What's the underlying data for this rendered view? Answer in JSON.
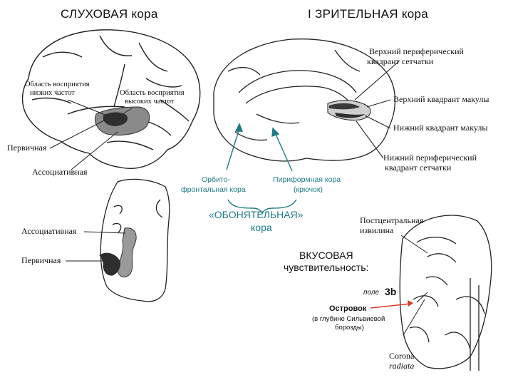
{
  "titles": {
    "auditory": "СЛУХОВАЯ кора",
    "visual": "I ЗРИТЕЛЬНАЯ кора"
  },
  "auditory_labels": {
    "low_freq_line1": "Область восприятия",
    "low_freq_line2": "низких частот",
    "high_freq_line1": "Область восприятия",
    "high_freq_line2": "высоких частот",
    "primary": "Первичная",
    "associative": "Ассоциативная",
    "associative_lower": "Ассоциативная",
    "primary_lower": "Первичная"
  },
  "visual_labels": {
    "upper_periph_line1": "Верхний периферический",
    "upper_periph_line2": "квадрант сетчатки",
    "upper_macula": "Верхний  квадрант макулы",
    "lower_macula": "Нижний  квадрант макулы",
    "lower_periph_line1": "Нижний  периферический",
    "lower_periph_line2": "квадрант сетчатки"
  },
  "olfactory": {
    "orbito_line1": "Орбито-",
    "orbito_line2": "фронтальная кора",
    "piriform_line1": "Пириформная кора",
    "piriform_line2": "(крючок)",
    "title_line1": "«ОБОНЯТЕЛЬНАЯ»",
    "title_line2": "кора"
  },
  "gustatory": {
    "title_line1": "ВКУСОВАЯ",
    "title_line2": "чувствительность:",
    "field_prefix": "поле",
    "field_number": "3b",
    "insula": "Островок",
    "insula_note_line1": "(в глубине Сильвиевой",
    "insula_note_line2": "борозды)",
    "postcentral_line1": "Постцентральная",
    "postcentral_line2": "извилина",
    "corona_line1": "Corona",
    "corona_line2": "radiata"
  },
  "colors": {
    "teal": "#1d7b86",
    "arrow_red": "#d93a2b",
    "dark_fill": "#3a3a3a",
    "gray_fill": "#8a8a8a"
  }
}
